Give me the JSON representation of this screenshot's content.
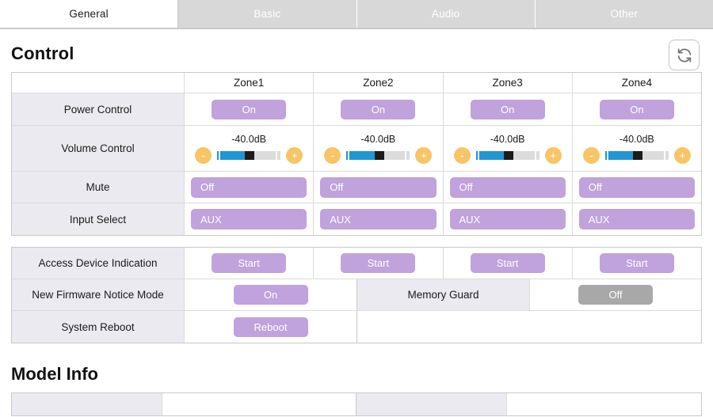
{
  "tabs": [
    {
      "label": "General",
      "active": true
    },
    {
      "label": "Basic",
      "active": false
    },
    {
      "label": "Audio",
      "active": false
    },
    {
      "label": "Other",
      "active": false
    }
  ],
  "control": {
    "title": "Control",
    "refresh_icon": "refresh-icon",
    "zones": [
      "Zone1",
      "Zone2",
      "Zone3",
      "Zone4"
    ],
    "rows": {
      "power": {
        "label": "Power Control",
        "values": [
          "On",
          "On",
          "On",
          "On"
        ]
      },
      "volume": {
        "label": "Volume Control",
        "values": [
          "-40.0dB",
          "-40.0dB",
          "-40.0dB",
          "-40.0dB"
        ],
        "minus_label": "-",
        "plus_label": "+",
        "fill_percent": 48
      },
      "mute": {
        "label": "Mute",
        "values": [
          "Off",
          "Off",
          "Off",
          "Off"
        ]
      },
      "input": {
        "label": "Input Select",
        "values": [
          "AUX",
          "AUX",
          "AUX",
          "AUX"
        ]
      }
    }
  },
  "system": {
    "access": {
      "label": "Access Device Indication",
      "values": [
        "Start",
        "Start",
        "Start",
        "Start"
      ]
    },
    "firmware": {
      "label": "New Firmware Notice Mode",
      "value": "On"
    },
    "memory_guard": {
      "label": "Memory Guard",
      "value": "Off"
    },
    "reboot": {
      "label": "System Reboot",
      "value": "Reboot"
    }
  },
  "model_info": {
    "title": "Model Info"
  },
  "colors": {
    "accent_purple": "#c0a2dc",
    "accent_gray": "#a8a8a8",
    "slider_orange": "#f7c566",
    "slider_blue": "#2196d3",
    "label_bg": "#eaeaf0",
    "tab_inactive": "#d8d8d8"
  }
}
